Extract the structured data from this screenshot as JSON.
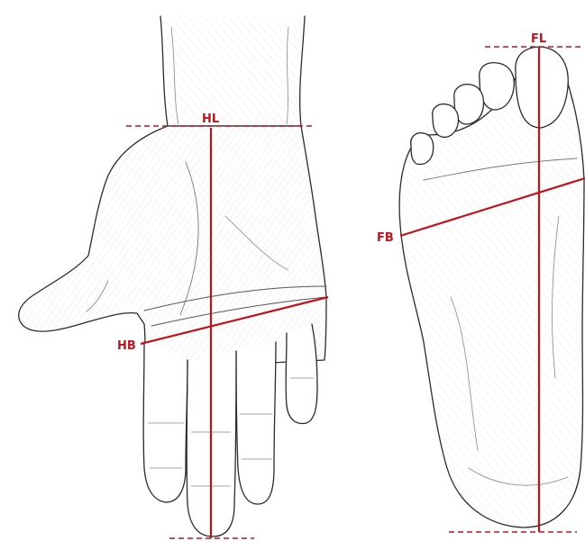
{
  "labels": {
    "hand_length": "HL",
    "hand_breadth": "HB",
    "foot_length": "FL",
    "foot_breadth": "FB"
  },
  "colors": {
    "measure": "#c0141c",
    "sketch": "#2a2a2a",
    "background": "#ffffff"
  }
}
